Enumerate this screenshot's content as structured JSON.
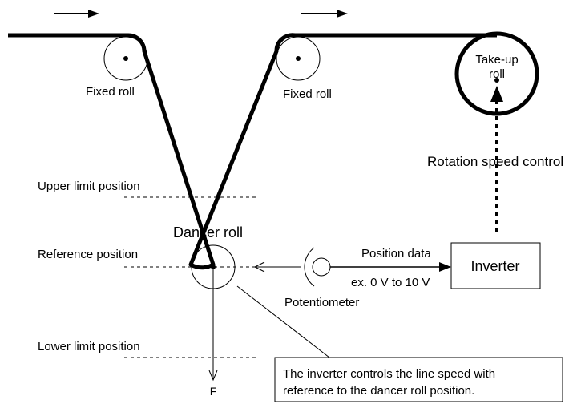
{
  "labels": {
    "fixed_roll_left": "Fixed roll",
    "fixed_roll_right": "Fixed roll",
    "takeup_line1": "Take-up",
    "takeup_line2": "roll",
    "rotation_speed_control": "Rotation speed control",
    "upper_limit": "Upper limit position",
    "reference_position": "Reference position",
    "lower_limit": "Lower limit position",
    "dancer_roll": "Dancer roll",
    "position_data": "Position data",
    "voltage_range": "ex. 0 V to 10 V",
    "potentiometer": "Potentiometer",
    "inverter": "Inverter",
    "force": "F",
    "note_line1": "The inverter controls the line speed with",
    "note_line2": "reference to the dancer roll position."
  },
  "colors": {
    "line": "#000000",
    "background": "#ffffff"
  }
}
